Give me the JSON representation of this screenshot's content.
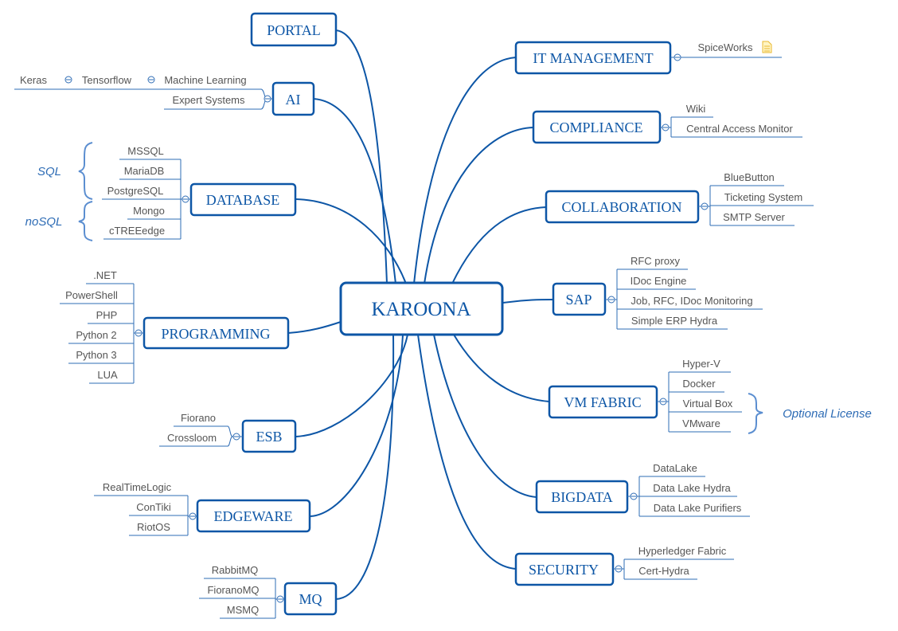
{
  "root": {
    "label": "KAROONA"
  },
  "topics": [
    {
      "id": "portal",
      "label": "PORTAL",
      "children": []
    },
    {
      "id": "ai",
      "label": "AI",
      "children": [
        "Machine Learning",
        "Expert Systems"
      ],
      "grandchildren": [
        "Keras",
        "Tensorflow"
      ]
    },
    {
      "id": "database",
      "label": "DATABASE",
      "children": [
        "MSSQL",
        "MariaDB",
        "PostgreSQL",
        "Mongo",
        "cTREEedge"
      ]
    },
    {
      "id": "programming",
      "label": "PROGRAMMING",
      "children": [
        ".NET",
        "PowerShell",
        "PHP",
        "Python 2",
        "Python 3",
        "LUA"
      ]
    },
    {
      "id": "esb",
      "label": "ESB",
      "children": [
        "Fiorano",
        "Crossloom"
      ]
    },
    {
      "id": "edgeware",
      "label": "EDGEWARE",
      "children": [
        "RealTimeLogic",
        "ConTiki",
        "RiotOS"
      ]
    },
    {
      "id": "mq",
      "label": "MQ",
      "children": [
        "RabbitMQ",
        "FioranoMQ",
        "MSMQ"
      ]
    },
    {
      "id": "it-management",
      "label": "IT MANAGEMENT",
      "children": [
        "SpiceWorks"
      ]
    },
    {
      "id": "compliance",
      "label": "COMPLIANCE",
      "children": [
        "Wiki",
        "Central Access Monitor"
      ]
    },
    {
      "id": "collaboration",
      "label": "COLLABORATION",
      "children": [
        "BlueButton",
        "Ticketing System",
        "SMTP Server"
      ]
    },
    {
      "id": "sap",
      "label": "SAP",
      "children": [
        "RFC proxy",
        "IDoc Engine",
        "Job, RFC, IDoc Monitoring",
        "Simple ERP Hydra"
      ]
    },
    {
      "id": "vm-fabric",
      "label": "VM FABRIC",
      "children": [
        "Hyper-V",
        "Docker",
        "Virtual Box",
        "VMware"
      ]
    },
    {
      "id": "bigdata",
      "label": "BIGDATA",
      "children": [
        "DataLake",
        "Data Lake Hydra",
        "Data Lake Purifiers"
      ]
    },
    {
      "id": "security",
      "label": "SECURITY",
      "children": [
        "Hyperledger Fabric",
        "Cert-Hydra"
      ]
    }
  ],
  "groups": {
    "sql": "SQL",
    "nosql": "noSQL",
    "optional_license": "Optional License"
  },
  "icons": {
    "spiceworks_note": "note-icon"
  },
  "colors": {
    "primary": "#0d56a6",
    "sub_text": "#555555",
    "group_label": "#2e6cb5"
  }
}
